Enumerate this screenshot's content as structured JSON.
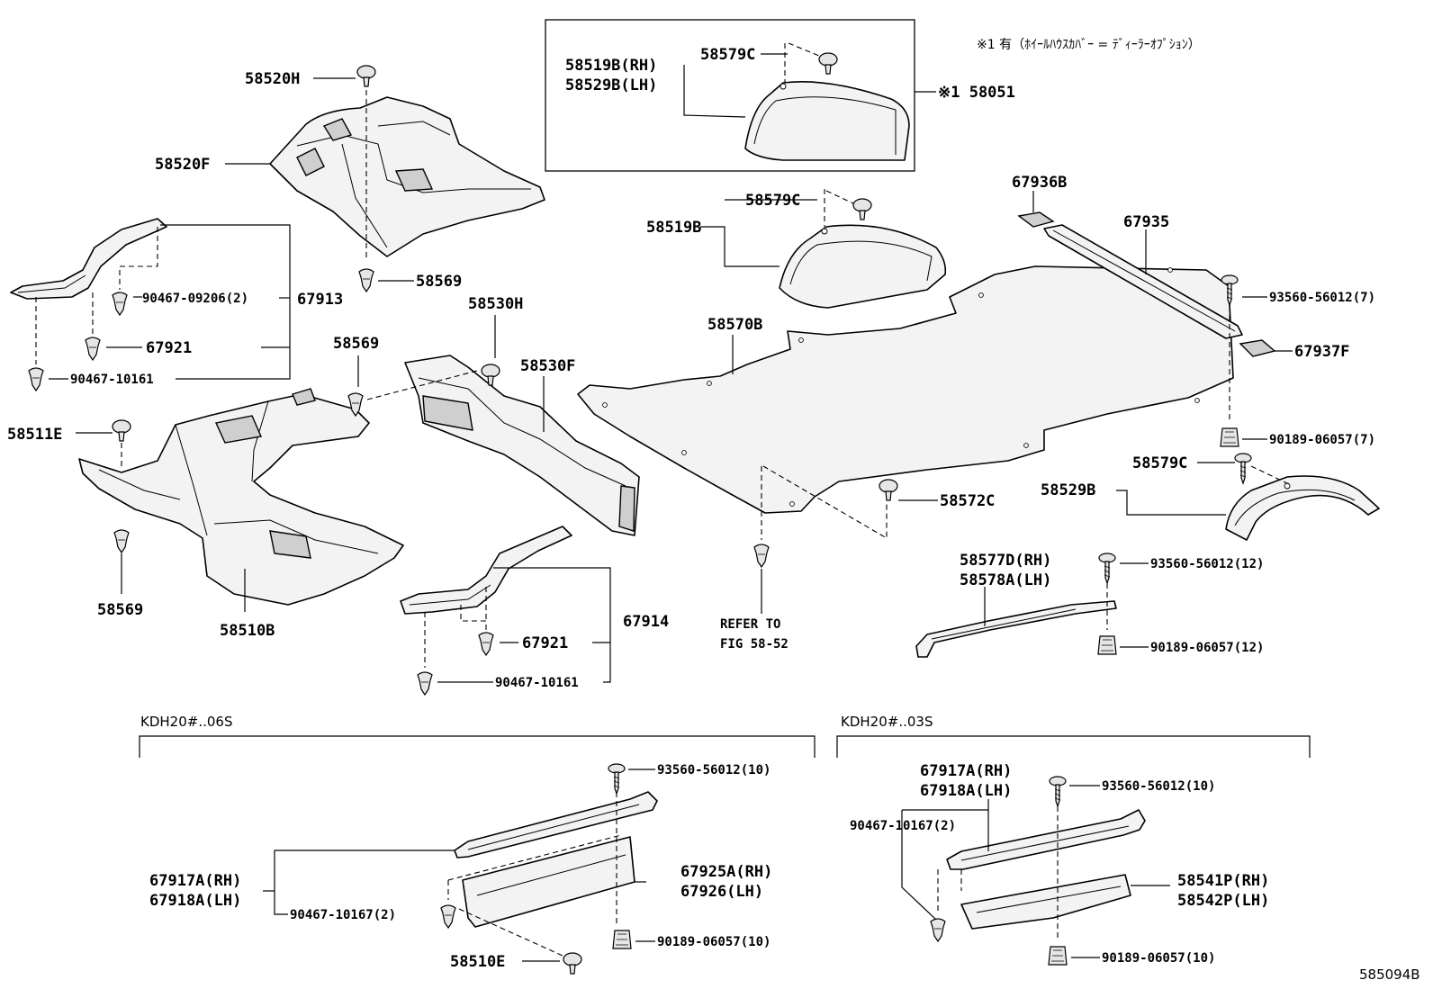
{
  "note": "※1 有（ﾎｲｰﾙﾊｳｽｶﾊﾞｰ = ﾃﾞｨｰﾗｰｵﾌﾟｼｮﾝ）",
  "figure_number": "585094B",
  "labels": {
    "p58520H": "58520H",
    "p58520F": "58520F",
    "p58569_a": "58569",
    "p90467_09206": "90467-09206(2)",
    "p67913": "67913",
    "p67921_a": "67921",
    "p90467_10161_a": "90467-10161",
    "p58519B_RH": "58519B(RH)",
    "p58529B_LH": "58529B(LH)",
    "p58579C_box": "58579C",
    "p58051": "※1 58051",
    "p58579C_mid": "58579C",
    "p58519B": "58519B",
    "p67936B": "67936B",
    "p67935": "67935",
    "p93560_7": "93560-56012(7)",
    "p67937F": "67937F",
    "p58530H": "58530H",
    "p58569_b": "58569",
    "p58530F": "58530F",
    "p58570B": "58570B",
    "p90189_7": "90189-06057(7)",
    "p58511E": "58511E",
    "p58579C_r": "58579C",
    "p58529B": "58529B",
    "p58572C": "58572C",
    "p58577D": "58577D(RH)",
    "p58578A": "58578A(LH)",
    "p93560_12": "93560-56012(12)",
    "p90189_12": "90189-06057(12)",
    "p58569_c": "58569",
    "p58510B": "58510B",
    "p67921_b": "67921",
    "p67914": "67914",
    "p90467_10161_b": "90467-10161",
    "refer_1": "REFER TO",
    "refer_2": "FIG 58-52",
    "kdh06": "KDH20#..06S",
    "kdh03": "KDH20#..03S",
    "p93560_10a": "93560-56012(10)",
    "p67917A_a": "67917A(RH)",
    "p67918A_a": "67918A(LH)",
    "p67925A": "67925A(RH)",
    "p67926": "67926(LH)",
    "p90467_10167_a": "90467-10167(2)",
    "p90189_10a": "90189-06057(10)",
    "p58510E": "58510E",
    "p67917A_b": "67917A(RH)",
    "p67918A_b": "67918A(LH)",
    "p93560_10b": "93560-56012(10)",
    "p90467_10167_b": "90467-10167(2)",
    "p58541P": "58541P(RH)",
    "p58542P": "58542P(LH)",
    "p90189_10b": "90189-06057(10)"
  }
}
